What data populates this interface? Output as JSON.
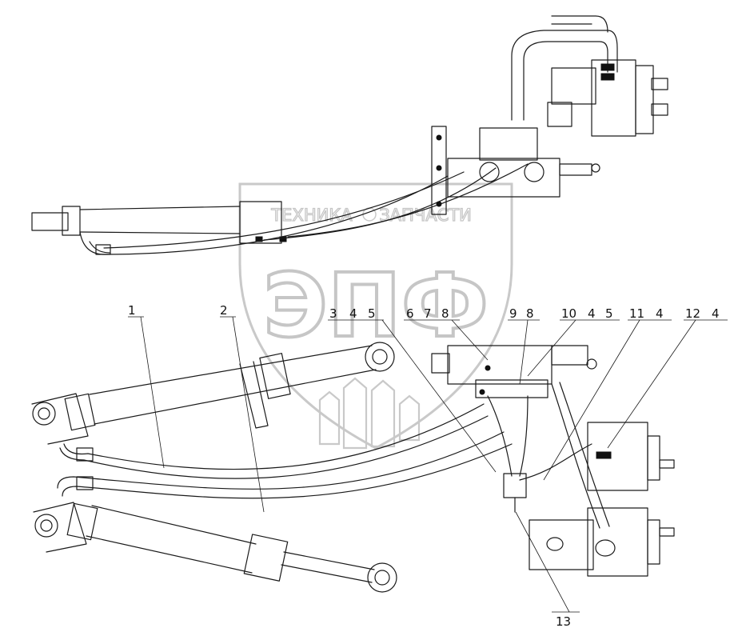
{
  "watermark": {
    "brand": "ЭПФ",
    "word_left": "ТЕХНИКА",
    "word_right": "ЗАПЧАСТИ"
  },
  "callouts": {
    "c1": "1",
    "c2": "2",
    "c3": "3",
    "c4": "4",
    "c5": "5",
    "c6": "6",
    "c7": "7",
    "c8": "8",
    "c9": "9",
    "c9b": "8",
    "c10": "10",
    "c10b": "4",
    "c10c": "5",
    "c11": "11",
    "c11b": "4",
    "c12": "12",
    "c12b": "4",
    "c13": "13"
  }
}
